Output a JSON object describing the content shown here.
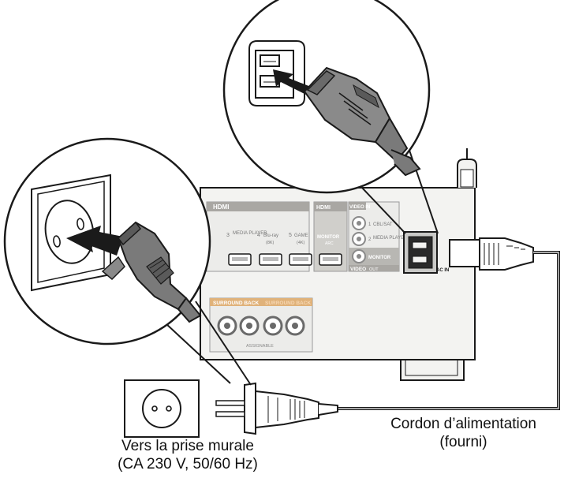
{
  "panel": {
    "hdmi_header": "HDMI",
    "hdmi_inputs": [
      {
        "num": "3",
        "name": "MEDIA\nPLAYER",
        "sub": ""
      },
      {
        "num": "4",
        "name": "Blu-ray",
        "sub": "(8K)"
      },
      {
        "num": "5",
        "name": "GAME",
        "sub": "(4K)"
      }
    ],
    "hdmi_monitor_header": "HDMI",
    "hdmi_monitor_label": "MONITOR",
    "hdmi_monitor_sub": "ARC",
    "video_header": "VIDEO IN",
    "video_inputs": [
      {
        "num": "1",
        "name": "CBL/SAT"
      },
      {
        "num": "2",
        "name": "MEDIA\nPLAYER"
      }
    ],
    "video_monitor_label": "MONITOR",
    "video_footer": "VIDEO",
    "video_footer_tag": "OUT",
    "surround_back_label": "SURROUND BACK",
    "surround_back_label_2": "SURROUND BACK",
    "assignable_label": "ASSIGNABLE",
    "ac_in_label": "AC IN"
  },
  "captions": {
    "wall_line1": "Vers la prise murale",
    "wall_line2": "(CA 230 V, 50/60 Hz)",
    "cord_line1": "Cordon d’alimentation",
    "cord_line2": "(fourni)"
  },
  "colors": {
    "outline": "#1a1a1a",
    "panel_fill": "#f3f3f1",
    "hdmi_band": "#a9a7a3",
    "surround_band": "#e0b27a",
    "plug_dark": "#6a6a6a",
    "plug_mid": "#8a8a8a"
  }
}
